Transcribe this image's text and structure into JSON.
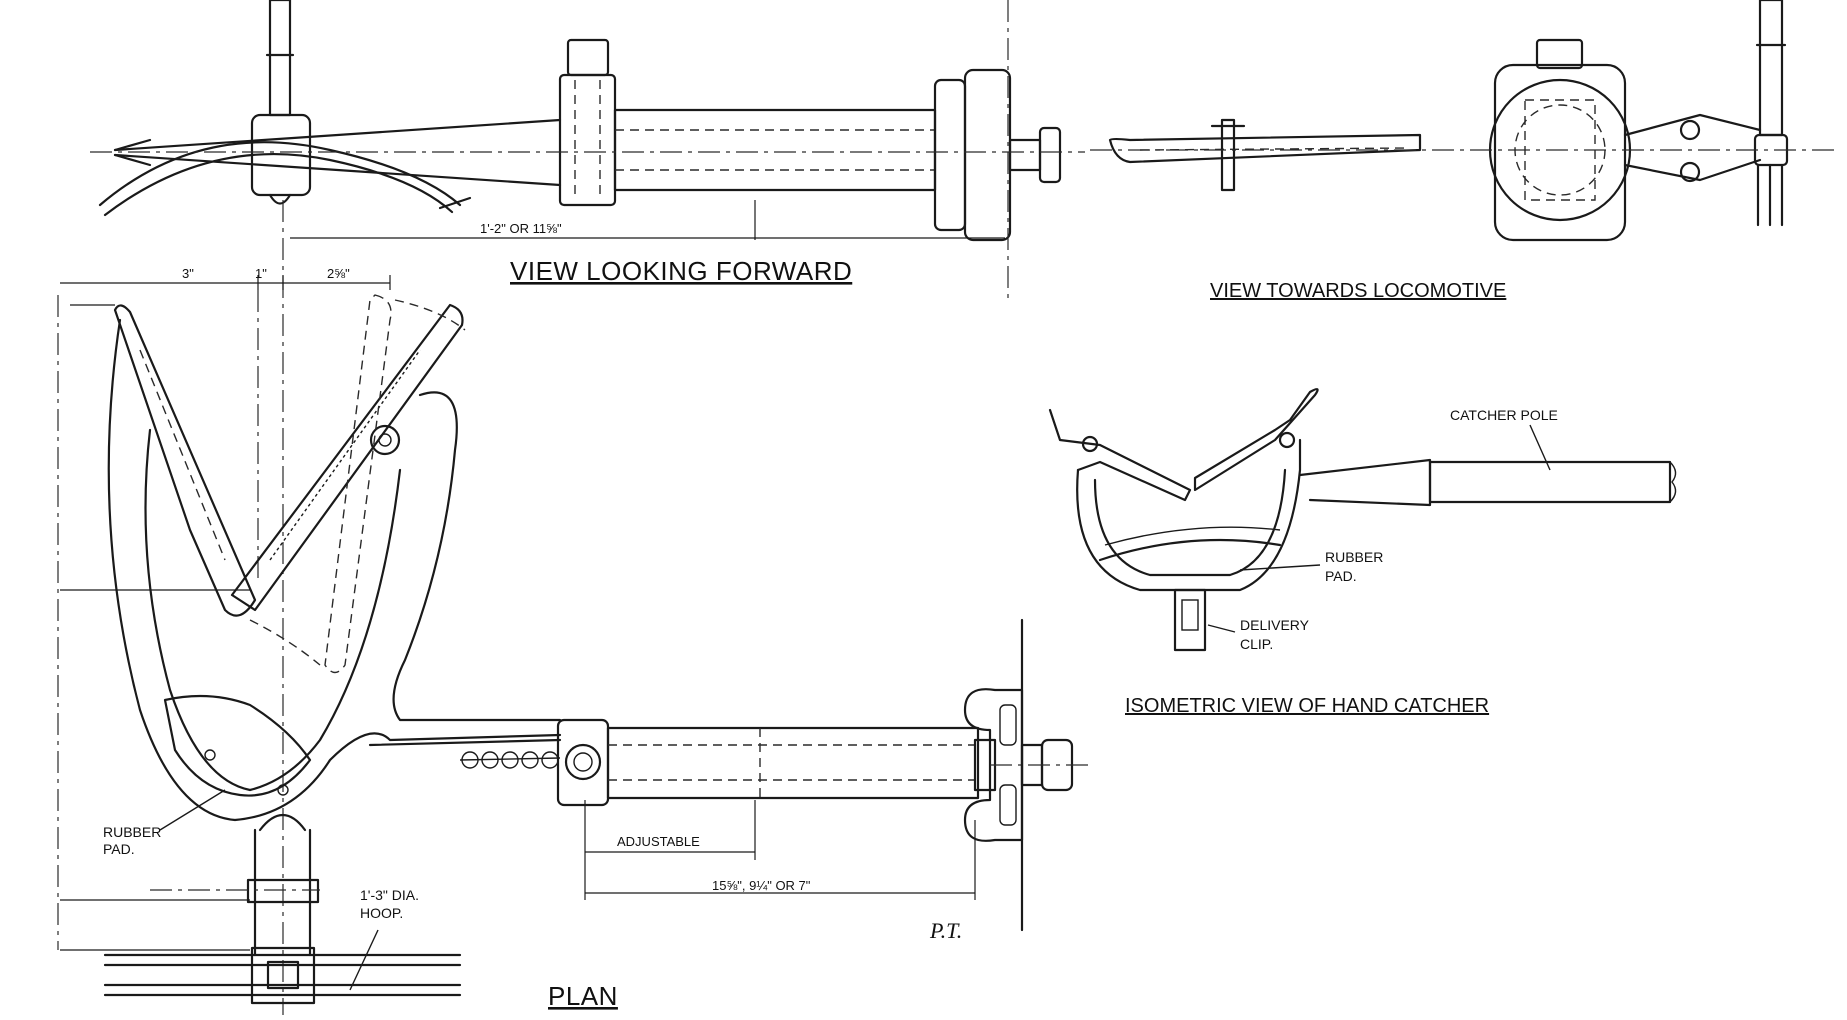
{
  "views": {
    "forward": "VIEW LOOKING FORWARD",
    "locomotive": "VIEW TOWARDS LOCOMOTIVE",
    "isometric": "ISOMETRIC VIEW OF HAND CATCHER",
    "plan": "PLAN"
  },
  "labels": {
    "catcher_pole": "CATCHER POLE",
    "rubber_pad_iso_1": "RUBBER",
    "rubber_pad_iso_2": "PAD.",
    "delivery_clip_1": "DELIVERY",
    "delivery_clip_2": "CLIP.",
    "rubber_pad_plan_1": "RUBBER",
    "rubber_pad_plan_2": "PAD.",
    "hoop_1": "1'-3\" DIA.",
    "hoop_2": "HOOP."
  },
  "dimensions": {
    "forward_length": "1'-2\" OR 11⅝\"",
    "top_3": "3\"",
    "top_1": "1\"",
    "top_2": "2⅝\"",
    "adjustable": "ADJUSTABLE",
    "arm_length": "15⅝\", 9¼\" OR 7\""
  },
  "signature": "P.T."
}
